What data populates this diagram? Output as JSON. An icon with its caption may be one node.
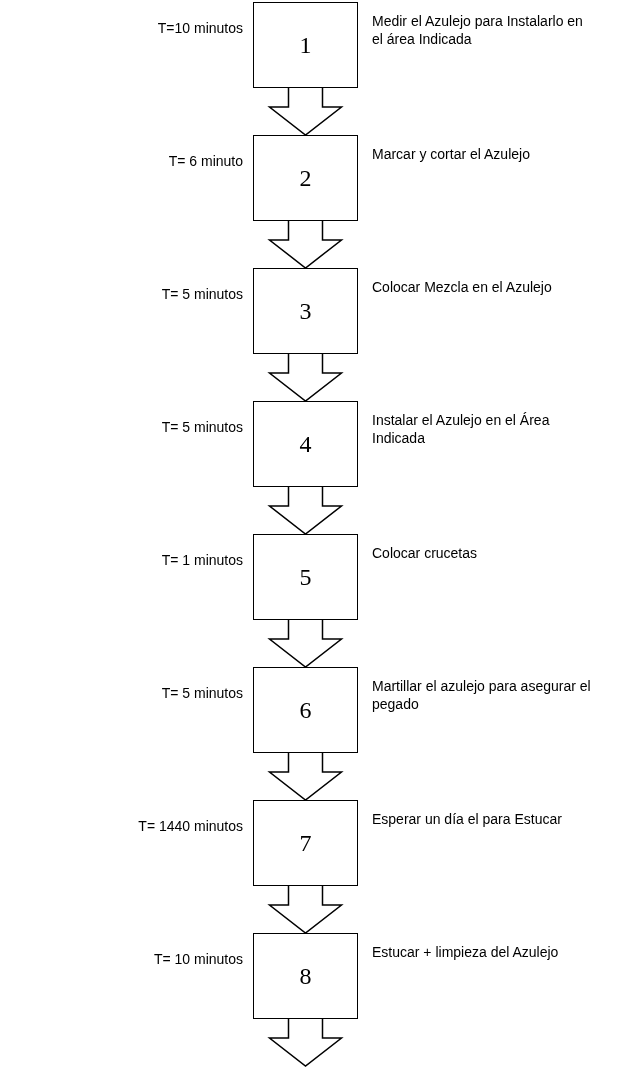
{
  "diagram": {
    "nodes": [
      {
        "text": [
          "1"
        ],
        "beside": [
          "T=10 minutos",
          "Medir el Azulejo para Instalarlo en el área Indicada"
        ]
      },
      {
        "text": [
          "2"
        ],
        "beside": [
          "T= 6 minuto",
          "Marcar y cortar el Azulejo"
        ]
      },
      {
        "text": [
          "3"
        ],
        "beside": [
          "T= 5 minutos",
          "Colocar Mezcla en el Azulejo"
        ]
      },
      {
        "text": [
          "4"
        ],
        "beside": [
          "T= 5 minutos",
          "Instalar el Azulejo en el Área Indicada"
        ]
      },
      {
        "text": [
          "5"
        ],
        "beside": [
          "T= 1 minutos",
          "Colocar crucetas"
        ]
      },
      {
        "text": [
          "6"
        ],
        "beside": [
          "T= 5 minutos",
          "Martillar el azulejo para asegurar el pegado"
        ]
      },
      {
        "text": [
          "7"
        ],
        "beside": [
          "T= 1440 minutos",
          "Esperar un día el para Estucar"
        ]
      },
      {
        "text": [
          "8"
        ],
        "beside": [
          "T= 10 minutos",
          "Estucar + limpieza del Azulejo"
        ]
      }
    ],
    "edges": [
      {
        "from": 0,
        "to": 1,
        "arrow": "to"
      },
      {
        "from": 1,
        "to": 2,
        "arrow": "to"
      },
      {
        "from": 2,
        "to": 3,
        "arrow": "to"
      },
      {
        "from": 3,
        "to": 4,
        "arrow": "to"
      },
      {
        "from": 4,
        "to": 5,
        "arrow": "to"
      },
      {
        "from": 5,
        "to": 6,
        "arrow": "to"
      },
      {
        "from": 6,
        "to": 7,
        "arrow": "to"
      },
      {
        "from": 7,
        "to": null,
        "arrow": "to"
      }
    ]
  }
}
